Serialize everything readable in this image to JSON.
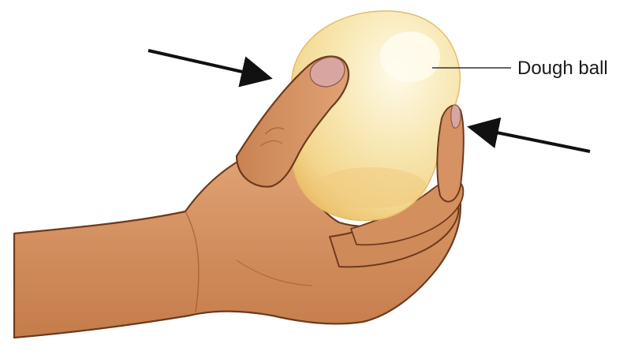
{
  "labels": {
    "dough_ball": "Dough ball"
  },
  "colors": {
    "skin": "#d38f5f",
    "skin_shadow": "#b8703f",
    "skin_highlight": "#e8b58c",
    "outline": "#6e3a1c",
    "nail": "#d9a5a0",
    "dough": "#f6e2a2",
    "dough_highlight": "#fff8e4",
    "dough_shadow": "#efc77a",
    "arrow": "#111111",
    "leader_line": "#333333"
  },
  "icons": {
    "left_arrow": "force-arrow-right",
    "right_arrow": "force-arrow-left"
  }
}
